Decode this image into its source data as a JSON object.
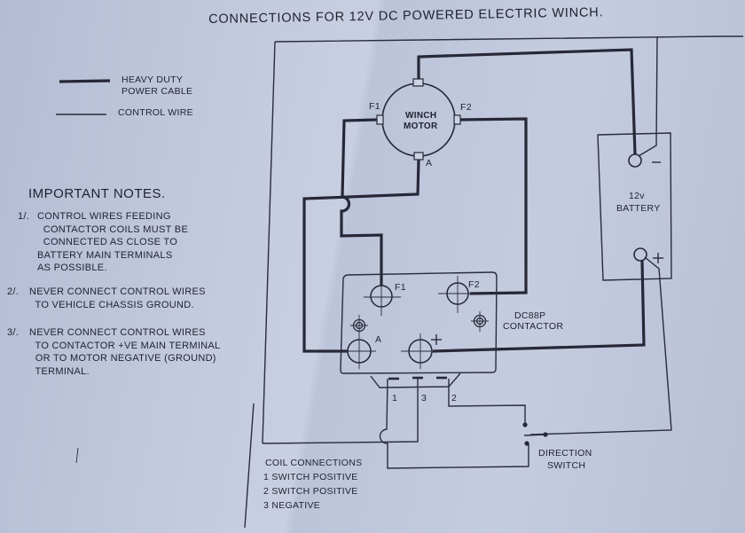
{
  "title": "CONNECTIONS FOR 12V DC POWERED ELECTRIC WINCH.",
  "legend": {
    "heavy": {
      "label": "HEAVY DUTY\nPOWER CABLE",
      "symbol": "thick-line"
    },
    "control": {
      "label": "CONTROL WIRE",
      "symbol": "thin-line"
    }
  },
  "notes": {
    "heading": "IMPORTANT NOTES.",
    "items": [
      {
        "num": "1/.",
        "text": "CONTROL WIRES FEEDING\n  CONTACTOR COILS MUST BE\n  CONNECTED AS CLOSE TO\nBATTERY MAIN TERMINALS\nAS POSSIBLE."
      },
      {
        "num": "2/.",
        "text": "NEVER CONNECT CONTROL WIRES\n  TO VEHICLE CHASSIS GROUND."
      },
      {
        "num": "3/.",
        "text": "NEVER CONNECT CONTROL WIRES\n  TO CONTACTOR +VE MAIN TERMINAL\n  OR TO MOTOR NEGATIVE (GROUND)\n  TERMINAL."
      }
    ]
  },
  "motor": {
    "label_line1": "WINCH",
    "label_line2": "MOTOR",
    "terminals": {
      "f1": "F1",
      "f2": "F2",
      "a": "A"
    }
  },
  "battery": {
    "label_line1": "12v",
    "label_line2": "BATTERY",
    "negative": "−",
    "positive": "+"
  },
  "contactor": {
    "label_line1": "DC88P",
    "label_line2": "CONTACTOR",
    "terminals": {
      "f1": "F1",
      "f2": "F2",
      "a": "A",
      "plus": "+"
    },
    "coil_pins": [
      "1",
      "3",
      "2"
    ]
  },
  "switch": {
    "label_line1": "DIRECTION",
    "label_line2": "SWITCH"
  },
  "coil_connections": {
    "heading": "COIL CONNECTIONS",
    "items": [
      "1 SWITCH POSITIVE",
      "2 SWITCH POSITIVE",
      "3 NEGATIVE"
    ]
  }
}
